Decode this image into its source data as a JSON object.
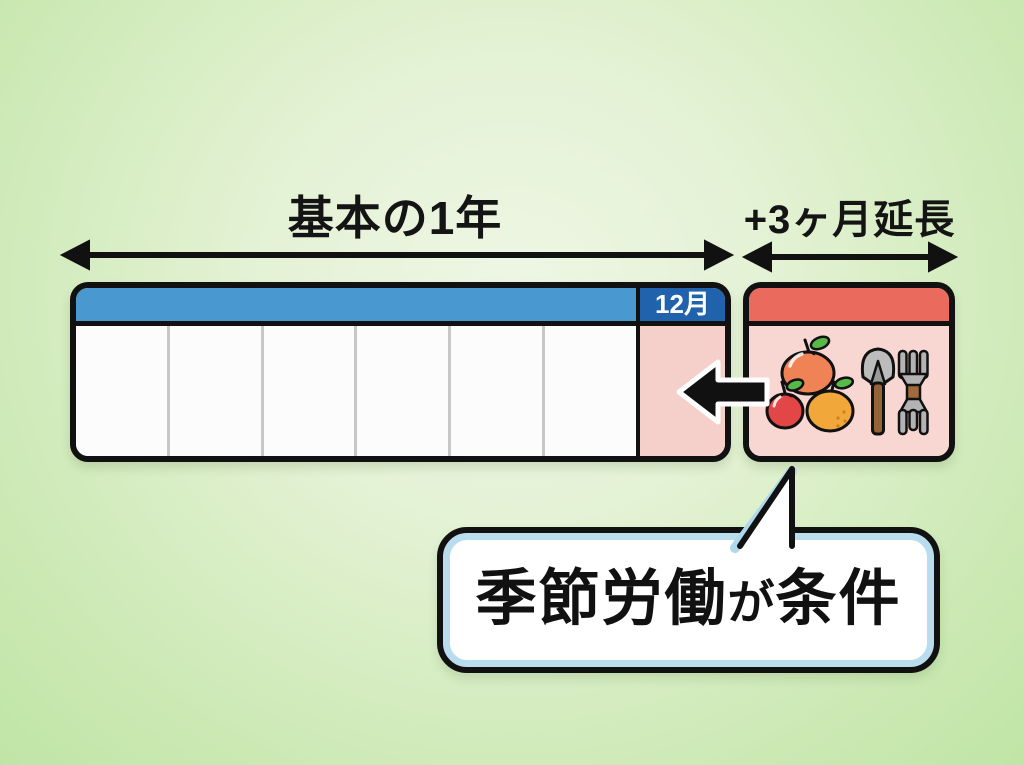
{
  "labels": {
    "basic_year": "基本の1年",
    "extension": "+3ヶ月延長"
  },
  "calendar": {
    "december_label": "12月",
    "month_cells": 6
  },
  "extension_box": {
    "icons": [
      "peach-icon",
      "apple-icon",
      "orange-icon",
      "trowel-icon",
      "garden-fork-icon"
    ]
  },
  "bubble": {
    "main": "季節労働",
    "particle": "が",
    "suffix": "条件"
  },
  "colors": {
    "background_green": "#cdeab6",
    "calendar_header_blue": "#4a98d0",
    "december_header_blue": "#2063ac",
    "december_body_pink": "#f5cfc9",
    "extension_header_red": "#ea6a5e",
    "extension_body_pink": "#f8d7d2",
    "outline_black": "#111111",
    "bubble_border_blue": "#b9ddee",
    "divider_gray": "#c7c7c7",
    "apple_red": "#e24646",
    "orange_fruit": "#f2a73b",
    "peach_orange": "#ef8356",
    "leaf_green": "#58b949",
    "tool_gray": "#bcbcbc",
    "handle_brown": "#936339"
  }
}
